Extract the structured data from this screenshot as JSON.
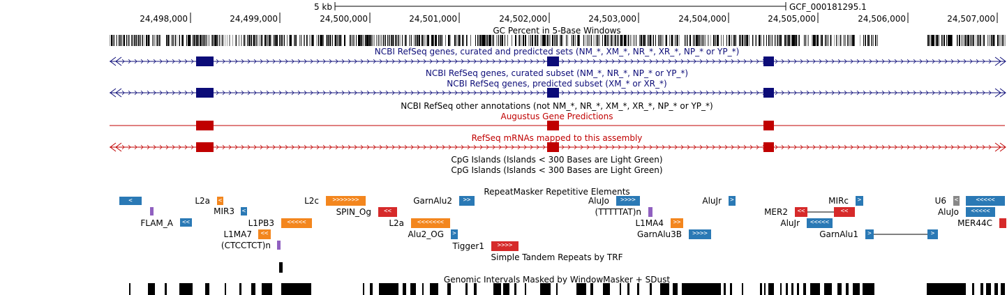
{
  "ruler": {
    "scale_label": "5 kb",
    "assembly": "GCF_000181295.1",
    "positions": [
      "24,498,000",
      "24,499,000",
      "24,500,000",
      "24,501,000",
      "24,502,000",
      "24,503,000",
      "24,504,000",
      "24,505,000",
      "24,506,000",
      "24,507,000"
    ]
  },
  "tracks": {
    "gc_percent": "GC Percent in 5-Base Windows",
    "refseq_all": "NCBI RefSeq genes, curated and predicted sets (NM_*, XM_*, NR_*, XR_*, NP_* or YP_*)",
    "refseq_curated": "NCBI RefSeq genes, curated subset (NM_*, NR_*, NP_* or YP_*)",
    "refseq_predicted": "NCBI RefSeq genes, predicted subset (XM_* or XR_*)",
    "refseq_other": "NCBI RefSeq other annotations (not NM_*, NR_*, XM_*, XR_*, NP_* or YP_*)",
    "augustus": "Augustus Gene Predictions",
    "refseq_mrnas": "RefSeq mRNAs mapped to this assembly",
    "cpg_1": "CpG Islands (Islands < 300 Bases are Light Green)",
    "cpg_2": "CpG Islands (Islands < 300 Bases are Light Green)",
    "repeatmasker": "RepeatMasker Repetitive Elements",
    "trf": "Simple Tandem Repeats by TRF",
    "windowmasker": "Genomic Intervals Masked by WindowMasker + SDust"
  },
  "repeats": [
    {
      "label": "L2a",
      "arrows": "<"
    },
    {
      "label": "MIR3",
      "arrows": "<"
    },
    {
      "label": "FLAM_A",
      "arrows": "<<"
    },
    {
      "label": "L1PB3",
      "arrows": "<<<<<"
    },
    {
      "label": "L1MA7",
      "arrows": "<<"
    },
    {
      "label": "(CTCCTCT)n",
      "arrows": ""
    },
    {
      "label": "L2c",
      "arrows": ">>>>>>>"
    },
    {
      "label": "SPIN_Og",
      "arrows": "<<"
    },
    {
      "label": "GarnAlu2",
      "arrows": ">>"
    },
    {
      "label": "L2a",
      "arrows": "<<<<<<<"
    },
    {
      "label": "Alu2_OG",
      "arrows": ">"
    },
    {
      "label": "Tigger1",
      "arrows": ">>>>"
    },
    {
      "label": "AluJo",
      "arrows": ">>>>"
    },
    {
      "label": "(TTTTTAT)n",
      "arrows": ""
    },
    {
      "label": "L1MA4",
      "arrows": ">>"
    },
    {
      "label": "GarnAlu3B",
      "arrows": ">>>>"
    },
    {
      "label": "AluJr",
      "arrows": ">"
    },
    {
      "label": "MER2",
      "arrows": "<<"
    },
    {
      "label": "MIRc",
      "arrows": ">"
    },
    {
      "label": "AluJr",
      "arrows": "<<<<<"
    },
    {
      "label": "GarnAlu1",
      "arrows": ">"
    },
    {
      "label": "U6",
      "arrows": "<"
    },
    {
      "label": "AluJo",
      "arrows": "<<<<<"
    },
    {
      "label": "MER44C",
      "arrows": ""
    }
  ],
  "colors": {
    "navy": "#0c0c78",
    "red": "#c00000",
    "repeat_blue": "#2a79b5",
    "repeat_orange": "#f3861e",
    "repeat_red": "#d62a2a",
    "repeat_purple": "#9060c0",
    "repeat_gray": "#888888"
  }
}
